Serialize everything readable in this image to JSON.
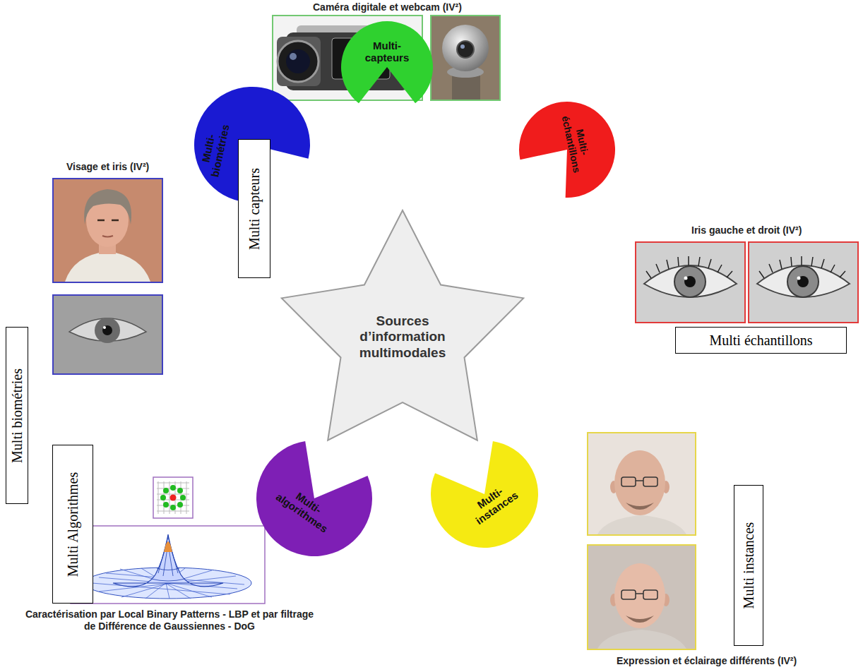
{
  "diagram": {
    "nodes": [
      {
        "text": [
          "Multi-capteurs"
        ]
      },
      {
        "text": [
          "Multi-biométries"
        ]
      },
      {
        "text": [
          "Multi capteurs"
        ]
      },
      {
        "text": [
          "Multi-échantillons"
        ]
      },
      {
        "text": [
          "Sources d’information multimodales"
        ]
      },
      {
        "text": [
          "Multi échantillons"
        ]
      },
      {
        "text": [
          "Multi biométries"
        ]
      },
      {
        "text": [
          "Multi-algorithmes"
        ]
      },
      {
        "text": [
          "Multi-instances"
        ]
      },
      {
        "text": [
          "Multi Algorithmes"
        ]
      },
      {
        "text": [
          "Multi instances"
        ]
      }
    ],
    "labels": [
      "Caméra digitale et webcam (IV²)",
      "Visage et iris (IV²)",
      "Iris gauche et droit (IV²)",
      "Caractérisation par Local Binary Patterns - LBP et par filtrage de Différence de Gaussiennes - DoG",
      "Expression et éclairage différents (IV²)"
    ]
  }
}
